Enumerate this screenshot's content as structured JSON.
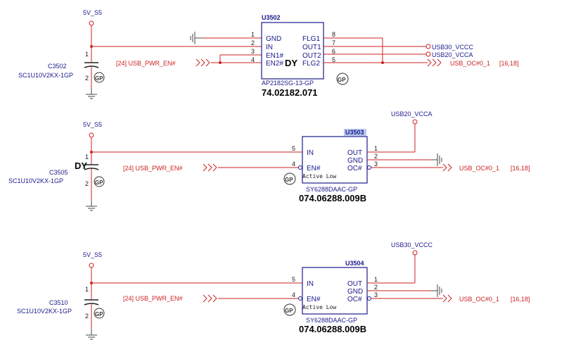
{
  "nets": {
    "v5_s5": "5V_S5",
    "usb20_vcca": "USB20_VCCA",
    "usb30_vccc": "USB30_VCCC",
    "usb_pwr_en": "[24]  USB_PWR_EN#",
    "usb_oc": "USB_OC#0_1",
    "usb_oc_ref": "[16,18]"
  },
  "u3502": {
    "ref": "U3502",
    "part": "AP2182SG-13-GP",
    "pn": "74.02182.071",
    "dy": "DY",
    "gp": "GP",
    "pins_left": [
      {
        "num": "1",
        "name": "GND"
      },
      {
        "num": "2",
        "name": "IN"
      },
      {
        "num": "3",
        "name": "EN1#"
      },
      {
        "num": "4",
        "name": "EN2#"
      }
    ],
    "pins_right": [
      {
        "num": "8",
        "name": "FLG1"
      },
      {
        "num": "7",
        "name": "OUT1"
      },
      {
        "num": "6",
        "name": "OUT2"
      },
      {
        "num": "5",
        "name": "FLG2"
      }
    ],
    "out1_net": "USB30_VCCC",
    "out2_net": "USB20_VCCA"
  },
  "u3503": {
    "ref": "U3503",
    "part": "SY6288DAAC-GP",
    "pn": "074.06288.009B",
    "gp": "GP",
    "active_low": "Active Low",
    "pins_left": [
      {
        "num": "5",
        "name": "IN"
      },
      {
        "num": "4",
        "name": "EN#"
      }
    ],
    "pins_right": [
      {
        "num": "1",
        "name": "OUT"
      },
      {
        "num": "2",
        "name": "GND"
      },
      {
        "num": "3",
        "name": "OC#"
      }
    ]
  },
  "u3504": {
    "ref": "U3504",
    "part": "SY6288DAAC-GP",
    "pn": "074.06288.009B",
    "gp": "GP",
    "active_low": "Active Low",
    "pins_left": [
      {
        "num": "5",
        "name": "IN"
      },
      {
        "num": "4",
        "name": "EN#"
      }
    ],
    "pins_right": [
      {
        "num": "1",
        "name": "OUT"
      },
      {
        "num": "2",
        "name": "GND"
      },
      {
        "num": "3",
        "name": "OC#"
      }
    ]
  },
  "caps": [
    {
      "ref": "C3502",
      "part": "SC1U10V2KX-1GP",
      "pin1": "1",
      "pin2": "2",
      "gp": "GP"
    },
    {
      "ref": "C3505",
      "part": "SC1U10V2KX-1GP",
      "pin1": "1",
      "pin2": "2",
      "gp": "GP",
      "dy": "DY"
    },
    {
      "ref": "C3510",
      "part": "SC1U10V2KX-1GP",
      "pin1": "1",
      "pin2": "2",
      "gp": "GP"
    }
  ],
  "colors": {
    "wire": "#cc2222",
    "body": "#1a1a8c",
    "text": "#1a1a8c",
    "highlight": "#b8c8ee"
  }
}
